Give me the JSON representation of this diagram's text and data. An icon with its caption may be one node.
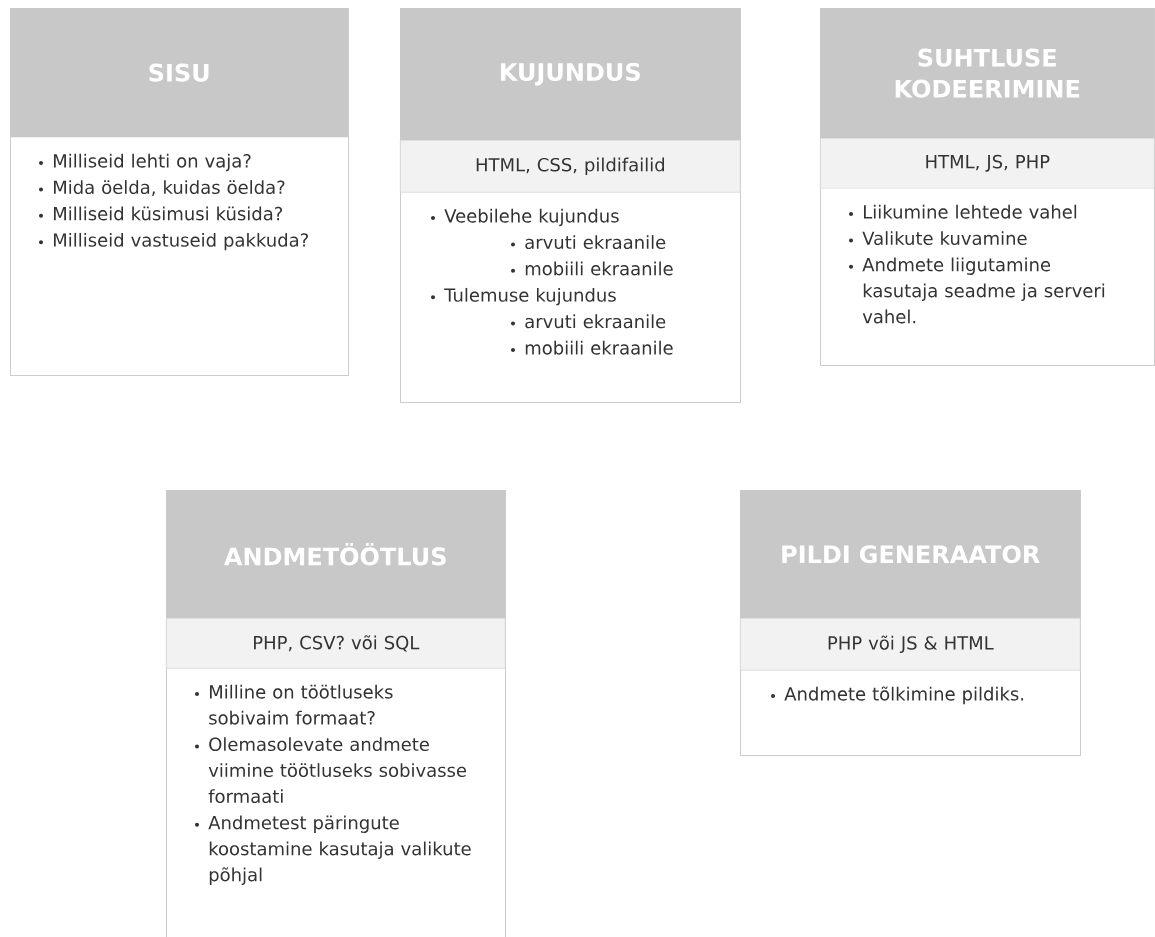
{
  "diagram": {
    "nodes": [
      {
        "text": [
          "SISU",
          "Milliseid lehti on vaja?",
          "Mida öelda, kuidas öelda?",
          "Milliseid küsimusi küsida?",
          "Milliseid vastuseid pakkuda?"
        ]
      },
      {
        "text": [
          "KUJUNDUS",
          "HTML, CSS, pildifailid",
          "Veebilehe kujundus",
          "arvuti ekraanile",
          "mobiili ekraanile",
          "Tulemuse kujundus",
          "arvuti ekraanile",
          "mobiili ekraanile"
        ]
      },
      {
        "text": [
          "SUHTLUSE KODEERIMINE",
          "HTML, JS, PHP",
          "Liikumine lehtede vahel",
          "Valikute kuvamine",
          "Andmete liigutamine kasutaja seadme ja serveri vahel."
        ]
      },
      {
        "text": [
          "ANDMETÖÖTLUS",
          "PHP, CSV? või SQL",
          "Milline on töötluseks sobivaim formaat?",
          "Olemasolevate andmete viimine töötluseks sobivasse formaati",
          "Andmetest päringute koostamine kasutaja valikute põhjal"
        ]
      },
      {
        "text": [
          "PILDI GENERAATOR",
          "PHP või JS & HTML",
          "Andmete tõlkimine pildiks."
        ]
      }
    ]
  }
}
